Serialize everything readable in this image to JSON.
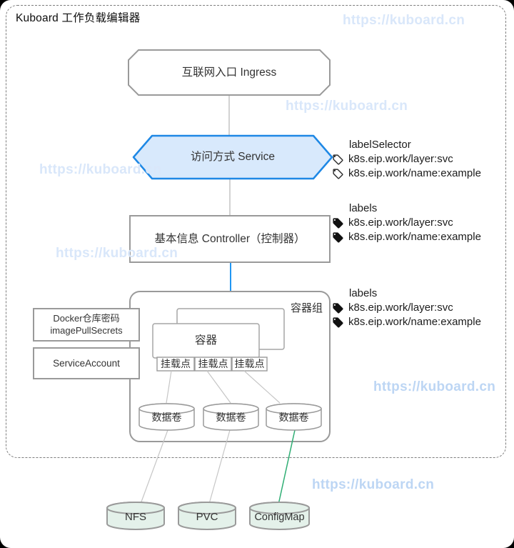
{
  "window": {
    "title": "Kuboard 工作负载编辑器"
  },
  "watermark": {
    "text": "https://kuboard.cn"
  },
  "colors": {
    "accent_blue": "#2196f3",
    "service_border": "#1e88e5",
    "service_fill": "#d8e9fc",
    "link_gray": "#c6c6c6",
    "link_green": "#2fae74",
    "node_border_gray": "#9a9a9a",
    "storage_fill": "#e4f1ea",
    "watermark_blue": "#d9e7fa",
    "frame_dash_gray": "#7d7d7d"
  },
  "icons": {
    "tag_outline": "local-offer-outline-tag",
    "tag_filled": "local-offer-filled-tag"
  },
  "nodes": {
    "ingress": {
      "label": "互联网入口 Ingress"
    },
    "service": {
      "label": "访问方式 Service"
    },
    "controller": {
      "label": "基本信息 Controller（控制器）"
    },
    "pod": {
      "label": "容器组"
    },
    "container": {
      "label": "容器"
    },
    "mounts": [
      "挂载点",
      "挂载点",
      "挂载点"
    ],
    "volumes": [
      "数据卷",
      "数据卷",
      "数据卷"
    ],
    "image_pull_secrets": {
      "line1": "Docker仓库密码",
      "line2": "imagePullSecrets"
    },
    "service_account": {
      "label": "ServiceAccount"
    },
    "storage": [
      {
        "label": "NFS"
      },
      {
        "label": "PVC"
      },
      {
        "label": "ConfigMap"
      }
    ]
  },
  "annotations": [
    {
      "heading": "labelSelector",
      "tag_style": "outline",
      "tags": [
        "k8s.eip.work/layer:svc",
        "k8s.eip.work/name:example"
      ]
    },
    {
      "heading": "labels",
      "tag_style": "filled",
      "tags": [
        "k8s.eip.work/layer:svc",
        "k8s.eip.work/name:example"
      ]
    },
    {
      "heading": "labels",
      "tag_style": "filled",
      "tags": [
        "k8s.eip.work/layer:svc",
        "k8s.eip.work/name:example"
      ]
    }
  ]
}
